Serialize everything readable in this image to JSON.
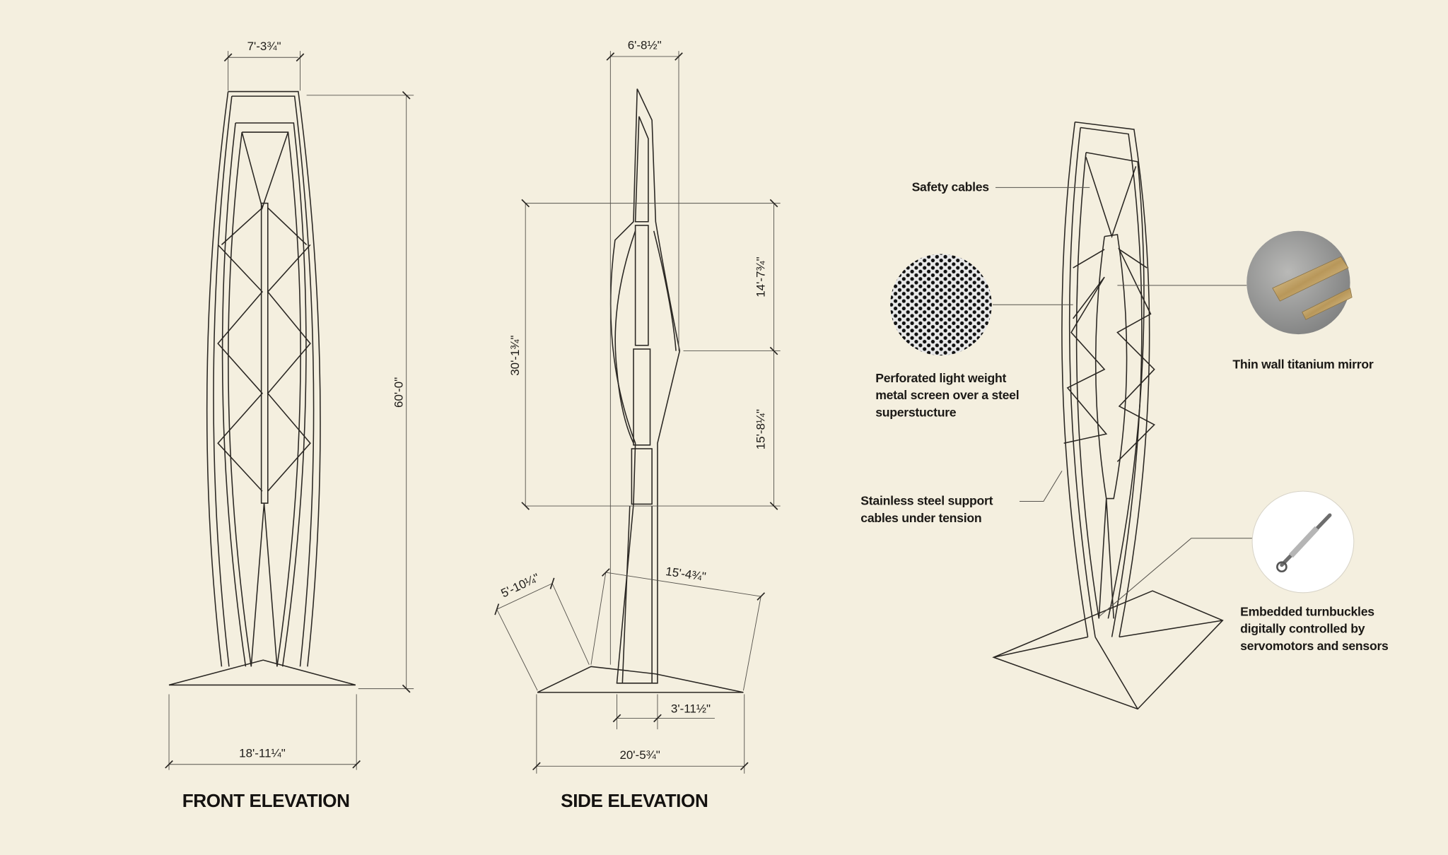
{
  "front_elevation": {
    "title": "FRONT ELEVATION",
    "dims": {
      "top_width": "7'-3¾\"",
      "height": "60'-0\"",
      "base_width": "18'-11¼\""
    }
  },
  "side_elevation": {
    "title": "SIDE ELEVATION",
    "dims": {
      "top_width": "6'-8½\"",
      "mid_height": "30'-1¾\"",
      "upper_segment": "14'-7¾\"",
      "lower_segment": "15'-8¼\"",
      "base_left": "5'-10¼\"",
      "base_diagonal": "15'-4¾\"",
      "stem_width": "3'-11½\"",
      "base_width": "20'-5¾\""
    }
  },
  "callouts": {
    "safety_cables": "Safety cables",
    "perforated": [
      "Perforated light weight",
      "metal screen over a steel",
      "superstucture"
    ],
    "mirror": "Thin wall titanium mirror",
    "support_cables": [
      "Stainless steel support",
      "cables under tension"
    ],
    "turnbuckles": [
      "Embedded turnbuckles",
      "digitally controlled by",
      "servomotors and sensors"
    ]
  },
  "colors": {
    "background": "#f4efdf",
    "line": "#2a2723",
    "mirror_gold": "#c9b27a"
  }
}
